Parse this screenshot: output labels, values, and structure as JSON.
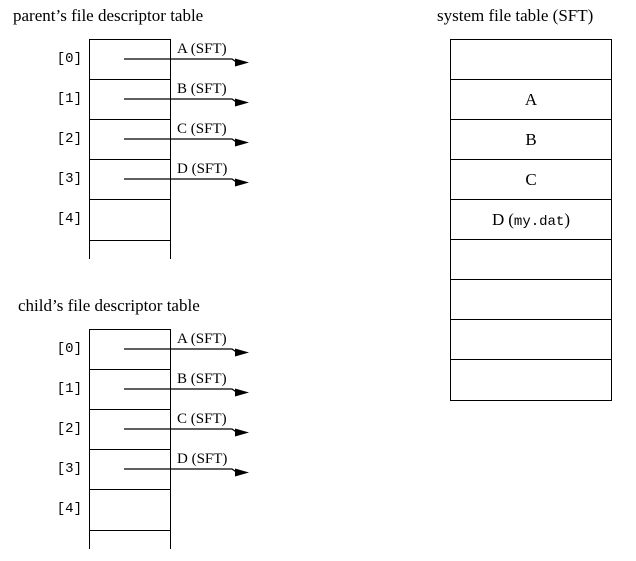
{
  "colors": {
    "background": "#ffffff",
    "line": "#000000",
    "text": "#000000"
  },
  "parent_table": {
    "title": "parent’s file descriptor table",
    "row_labels": [
      "[0]",
      "[1]",
      "[2]",
      "[3]",
      "[4]"
    ],
    "arrow_labels": [
      "A (SFT)",
      "B (SFT)",
      "C (SFT)",
      "D (SFT)"
    ]
  },
  "child_table": {
    "title": "child’s file descriptor table",
    "row_labels": [
      "[0]",
      "[1]",
      "[2]",
      "[3]",
      "[4]"
    ],
    "arrow_labels": [
      "A (SFT)",
      "B (SFT)",
      "C (SFT)",
      "D (SFT)"
    ]
  },
  "sft": {
    "title": "system file table (SFT)",
    "rows": [
      {
        "text": ""
      },
      {
        "text": "A"
      },
      {
        "text": "B"
      },
      {
        "text": "C"
      },
      {
        "text": "D",
        "open": "(",
        "file": "my.dat",
        "close": ")"
      },
      {
        "text": ""
      },
      {
        "text": ""
      },
      {
        "text": ""
      },
      {
        "text": ""
      }
    ]
  }
}
